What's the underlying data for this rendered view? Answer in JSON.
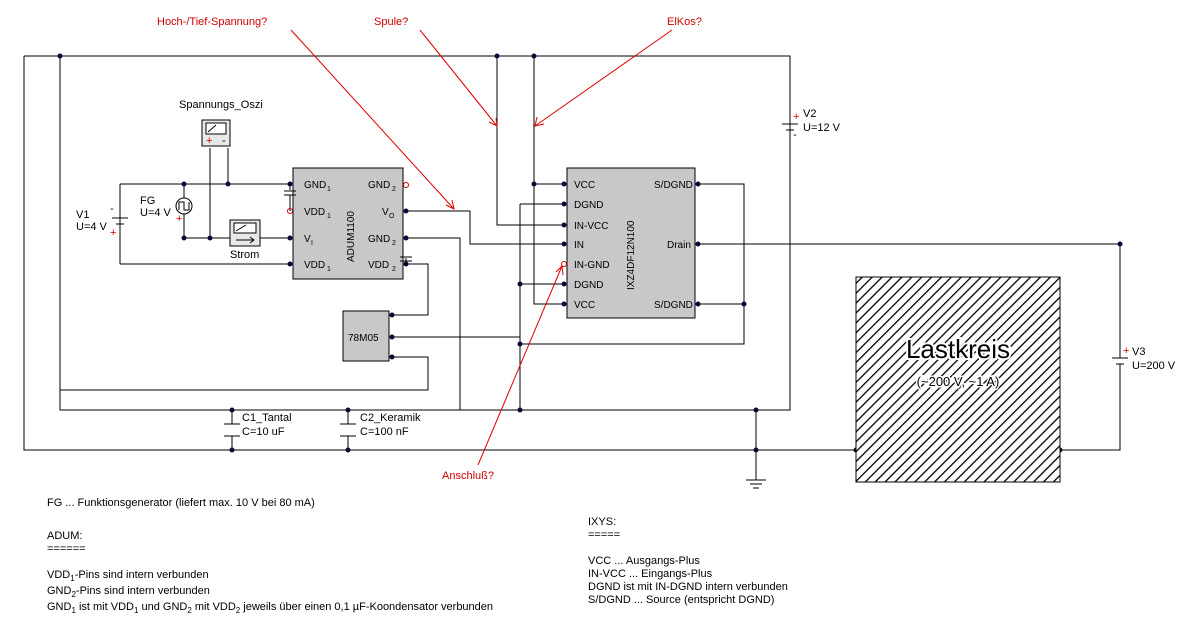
{
  "annotations": {
    "hoch_tief": "Hoch-/Tief-Spannung?",
    "spule": "Spule?",
    "elkos": "ElKos?",
    "anschluss": "Anschluß?"
  },
  "components": {
    "v1": {
      "name": "V1",
      "value": "U=4 V"
    },
    "fg": {
      "name": "FG",
      "value": "U=4 V"
    },
    "v2": {
      "name": "V2",
      "value": "U=12 V"
    },
    "v3": {
      "name": "V3",
      "value": "U=200 V"
    },
    "scope": {
      "name": "Spannungs_Oszi"
    },
    "ammeter": {
      "name": "Strom"
    },
    "c1": {
      "name": "C1_Tantal",
      "value": "C=10 uF"
    },
    "c2": {
      "name": "C2_Keramik",
      "value": "C=100 nF"
    },
    "regulator": {
      "name": "78M05"
    },
    "adum": {
      "name": "ADUM1100"
    },
    "ixys": {
      "name": "IXZ4DF12N100"
    },
    "load": {
      "title": "Lastkreis",
      "subtitle": "(~200 V, ~1 A)"
    }
  },
  "adum_pins": {
    "gnd1": "GND",
    "vdd1a": "VDD",
    "vi": "V",
    "vdd1b": "VDD",
    "gnd2": "GND",
    "vo": "V",
    "gnd2b": "GND",
    "vdd2": "VDD",
    "sub1": "1",
    "sub2": "2",
    "sub_i": "I",
    "sub_o": "O"
  },
  "ixys_pins": {
    "vcc_top": "VCC",
    "dgnd_a": "DGND",
    "in_vcc": "IN-VCC",
    "in": "IN",
    "in_gnd": "IN-GND",
    "dgnd_b": "DGND",
    "vcc_bot": "VCC",
    "sdgnd_top": "S/DGND",
    "drain": "Drain",
    "sdgnd_bot": "S/DGND"
  },
  "notes": {
    "fg_line": "FG ... Funktionsgenerator (liefert max. 10 V bei 80 mA)",
    "adum_title": "ADUM:",
    "adum_sep": "======",
    "vdd_pre": "VDD",
    "vdd_rest": "-Pins sind intern verbunden",
    "gnd_pre": "GND",
    "gnd_rest": "-Pins sind intern verbunden",
    "cap_a": "GND",
    "cap_b": " ist mit VDD",
    "cap_c": " und GND",
    "cap_d": " mit VDD",
    "cap_e": " jeweils über einen 0,1 µF-Koondensator verbunden",
    "ixys_title": "IXYS:",
    "ixys_sep": "=====",
    "ixys_1": "VCC ... Ausgangs-Plus",
    "ixys_2": "IN-VCC ... Eingangs-Plus",
    "ixys_3": "DGND ist mit IN-DGND intern verbunden",
    "ixys_4": "S/DGND ... Source (entspricht DGND)",
    "sub1": "1",
    "sub2": "2"
  }
}
